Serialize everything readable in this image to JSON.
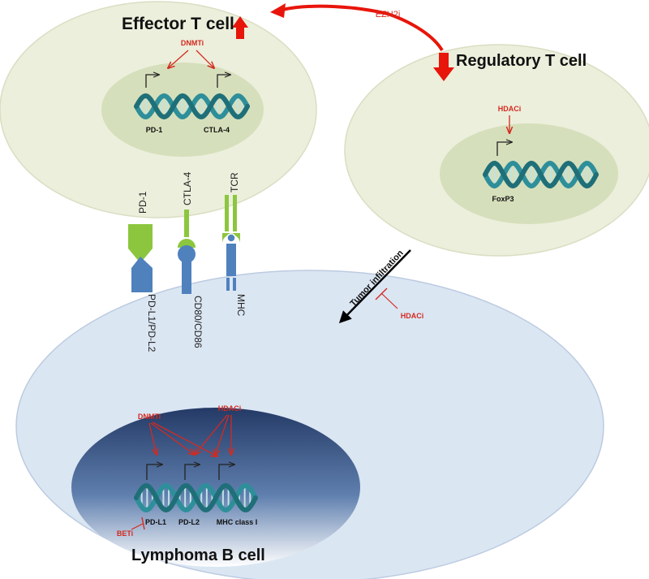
{
  "cells": {
    "effector": {
      "title": "Effector T cell",
      "drug": "DNMTi",
      "genes": [
        "PD-1",
        "CTLA-4"
      ]
    },
    "regulatory": {
      "title": "Regulatory T cell",
      "drug": "HDACi",
      "gene": "FoxP3"
    },
    "lymphoma": {
      "title": "Lymphoma B cell",
      "drugs": [
        "DNMTi",
        "HDACi",
        "BETi"
      ],
      "genes": [
        "PD-L1",
        "PD-L2",
        "MHC class I"
      ]
    }
  },
  "receptors": {
    "tcell_side": [
      "PD-1",
      "CTLA-4",
      "TCR"
    ],
    "bcell_side": [
      "PD-L1/PD-L2",
      "CD80/CD86",
      "MHC"
    ]
  },
  "connections": {
    "ezh2i": "EZH2i",
    "infiltration": "Tumor infiltration",
    "infiltration_drug": "HDACi"
  },
  "colors": {
    "drug_red": "#d42a20",
    "big_arrow_red": "#e8150b",
    "cell_fill": "#ecefdc",
    "nucleus_fill": "#d6dfbb",
    "bcell_fill": "#dbe6f3",
    "dna_teal": "#2e8f9a",
    "receptor_green": "#8cc63f",
    "receptor_blue": "#4f81bd"
  }
}
